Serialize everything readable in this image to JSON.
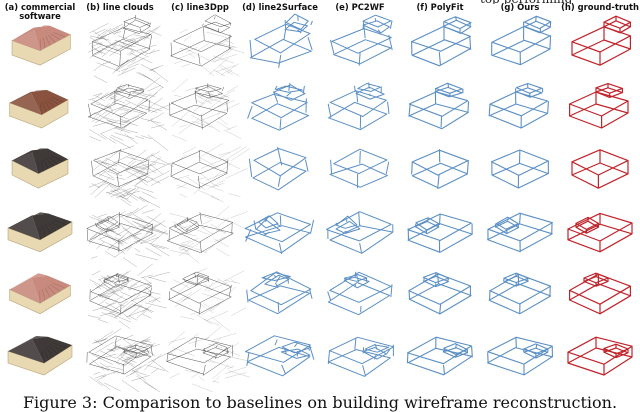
{
  "partial_top_text": "top-performing",
  "columns": [
    {
      "label": "(a) commercial software"
    },
    {
      "label": "(b) line clouds"
    },
    {
      "label": "(c) line3Dpp"
    },
    {
      "label": "(d) line2Surface"
    },
    {
      "label": "(e) PC2WF"
    },
    {
      "label": "(f) PolyFit"
    },
    {
      "label": "(g) Ours"
    },
    {
      "label": "(h) ground-truth"
    }
  ],
  "caption": "Figure 3: Comparison to baselines on building wireframe reconstruction.",
  "colors": {
    "gray_lines": "#555555",
    "blue_lines": "#5b8fc4",
    "red_lines": "#c0232a",
    "roof_pink": "#c98a7e",
    "roof_brown": "#8a5340",
    "roof_dark": "#3f3a38",
    "wall_cream": "#e8d9b2"
  },
  "row_count": 6
}
